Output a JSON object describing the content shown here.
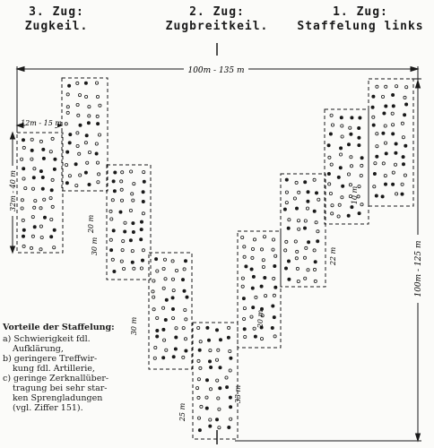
{
  "headings": {
    "zug3": {
      "line1": "3. Zug:",
      "line2": "Zugkeil."
    },
    "zug2": {
      "line1": "2. Zug:",
      "line2": "Zugbreitkeil."
    },
    "zug1": {
      "line1": "1. Zug:",
      "line2": "Staffelung links"
    }
  },
  "measurements": {
    "top_width": "100m - 135 m",
    "company_depth": "100m - 125 m",
    "block_width": "12m - 15 m",
    "block_height": "32m - 40 m",
    "gaps": [
      "20 m",
      "30 m",
      "30 m",
      "25 m",
      "33 m",
      "20 m",
      "22 m",
      "10 m"
    ]
  },
  "legend": {
    "title": "Vorteile der Staffelung:",
    "items": [
      {
        "line1": "a) Schwierigkeit fdl.",
        "line2": "Aufklärung,"
      },
      {
        "line1": "b) geringere Treffwir-",
        "line2": "kung fdl. Artillerie,"
      },
      {
        "line1": "c) geringe Zerknallüber-",
        "line2": "tragung bei sehr star-",
        "line3": "ken Sprengladungen",
        "line4": "(vgl. Ziffer 151)."
      }
    ]
  }
}
